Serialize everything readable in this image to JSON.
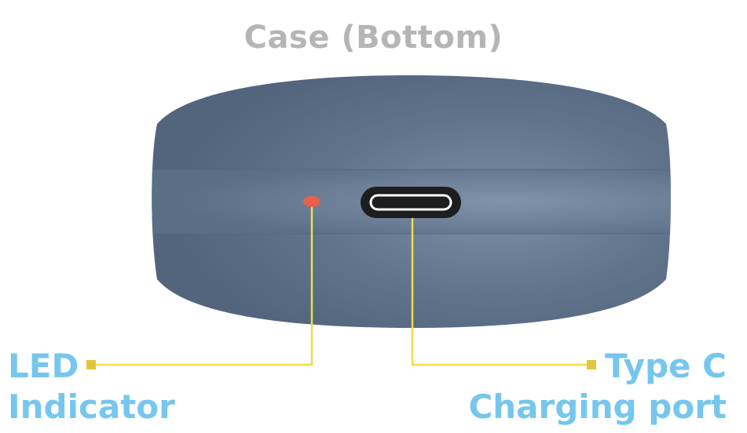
{
  "title": "Case (Bottom)",
  "callouts": {
    "led": {
      "line1": "LED",
      "line2": "Indicator",
      "icon": "led-indicator"
    },
    "port": {
      "line1": "Type C",
      "line2": "Charging port",
      "icon": "usb-c-port"
    }
  },
  "colors": {
    "case_body": "#5b6f88",
    "case_band": "#7d90a8",
    "led": "#e8604a",
    "port_outer": "#1e1e1e",
    "port_inner": "#ffffff",
    "leader_line": "#f2dc4a",
    "leader_marker": "#e2c53c",
    "label_text": "#76c6ee",
    "title_text": "#b5b5b5"
  }
}
